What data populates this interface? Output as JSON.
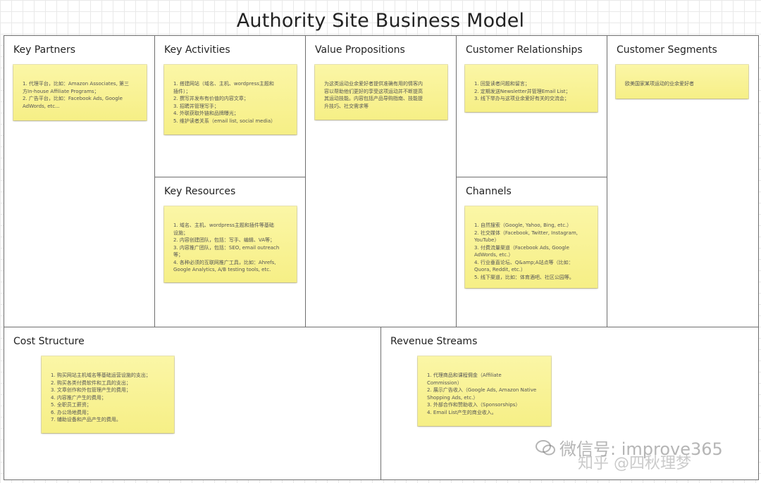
{
  "title": "Authority Site Business Model",
  "sections": {
    "key_partners": {
      "label": "Key Partners",
      "lines": [
        "1. 代理平台，比如：Amazon Associates, 第三",
        "方In-house Affiliate Programs；",
        "2. 广告平台，比如：Facebook Ads, Google",
        "AdWords, etc..."
      ]
    },
    "key_activities": {
      "label": "Key Activities",
      "lines": [
        "1. 搭建网站（域名、主机、wordpress主题和",
        "插件）；",
        "2. 撰写并发布有价值的内容文章；",
        "3. 招聘并管理写手；",
        "4. 外联获取外链和品牌曝光；",
        "5. 维护读者关系（email list, social media）"
      ]
    },
    "key_resources": {
      "label": "Key Resources",
      "lines": [
        "1. 域名、主机、wordpress主题和插件等基础",
        "设施；",
        "2. 内容创建团队，包括：写手、编辑、VA等；",
        "3. 内容推广团队，包括：SEO, email outreach",
        "等；",
        "4. 各种必须的互联网推广工具，比如：Ahrefs,",
        "Google Analytics, A/B testing tools, etc."
      ]
    },
    "value_propositions": {
      "label": "Value Propositions",
      "lines": [
        "为这类运动业余爱好者提供准确有用的情客内",
        "容以帮助他们更好的享受这项运动并不断提高",
        "其运动技能。内容包括产品导购指南、技能提",
        "升技巧、社交需求等"
      ]
    },
    "customer_relationships": {
      "label": "Customer Relationships",
      "lines": [
        "1. 回复读者问题和留言；",
        "2. 定期发送Newsletter并管理Email List；",
        "3. 线下举办与这项业余爱好有关的交流会；"
      ]
    },
    "channels": {
      "label": "Channels",
      "lines": [
        "1. 自然搜索（Google, Yahoo, Bing, etc.）",
        "2. 社交媒体（Facebook, Twitter, Instagram,",
        "YouTube）",
        "3. 付费流量渠道（Facebook Ads, Google",
        "AdWords, etc.）",
        "4. 行业垂直论坛、Q&amp;A站点等（比如：",
        "Quora, Reddit, etc.）",
        "5. 线下渠道，比如：体育酒吧、社区公园等。"
      ]
    },
    "customer_segments": {
      "label": "Customer Segments",
      "lines": [
        "欧美国家某项运动的业余爱好者"
      ]
    },
    "cost_structure": {
      "label": "Cost Structure",
      "lines": [
        "1. 购买网站主机域名等基础运营设施的支出；",
        "2. 购买各类付费软件和工具的支出；",
        "3. 文章创作和外包管理产生的费用；",
        "4. 内容推广产生的费用；",
        "5. 全职员工薪资；",
        "6. 办公场地费用；",
        "7. 辅助设备和产品产生的费用。"
      ]
    },
    "revenue_streams": {
      "label": "Revenue Streams",
      "lines": [
        "1. 代理商品和课程佣金（Affiliate",
        "Commission）",
        "2. 展示广告收入（Google Ads, Amazon Native",
        "Shopping Ads, etc.）",
        "3. 外部合作和赞助收入（Sponsorships）",
        "4. Email List产生的商业收入。"
      ]
    }
  },
  "watermark": {
    "primary": "微信号: improve365",
    "secondary": "知乎 @四秋理梦",
    "icon": "wechat-icon"
  }
}
